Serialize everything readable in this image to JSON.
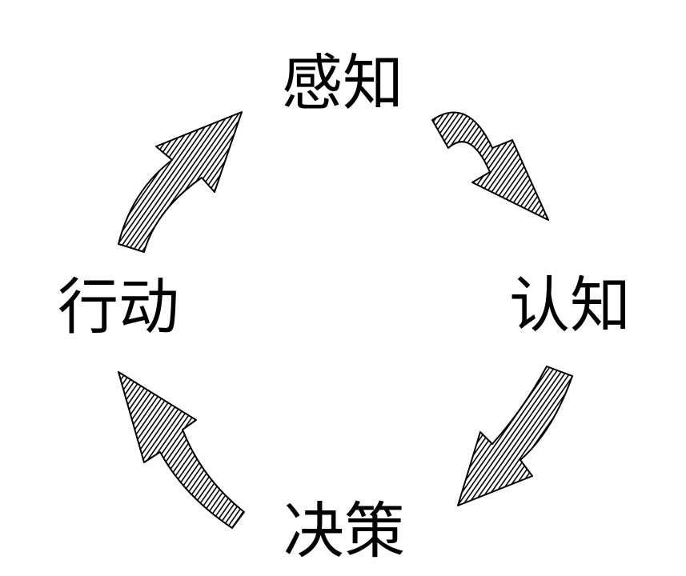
{
  "diagram": {
    "stages": [
      {
        "label": "感知"
      },
      {
        "label": "认知"
      },
      {
        "label": "决策"
      },
      {
        "label": "行动"
      }
    ],
    "cycle_direction": "clockwise",
    "arrow_style": "hand-drawn-hatched",
    "colors": {
      "ink": "#000000",
      "background": "#ffffff"
    }
  }
}
